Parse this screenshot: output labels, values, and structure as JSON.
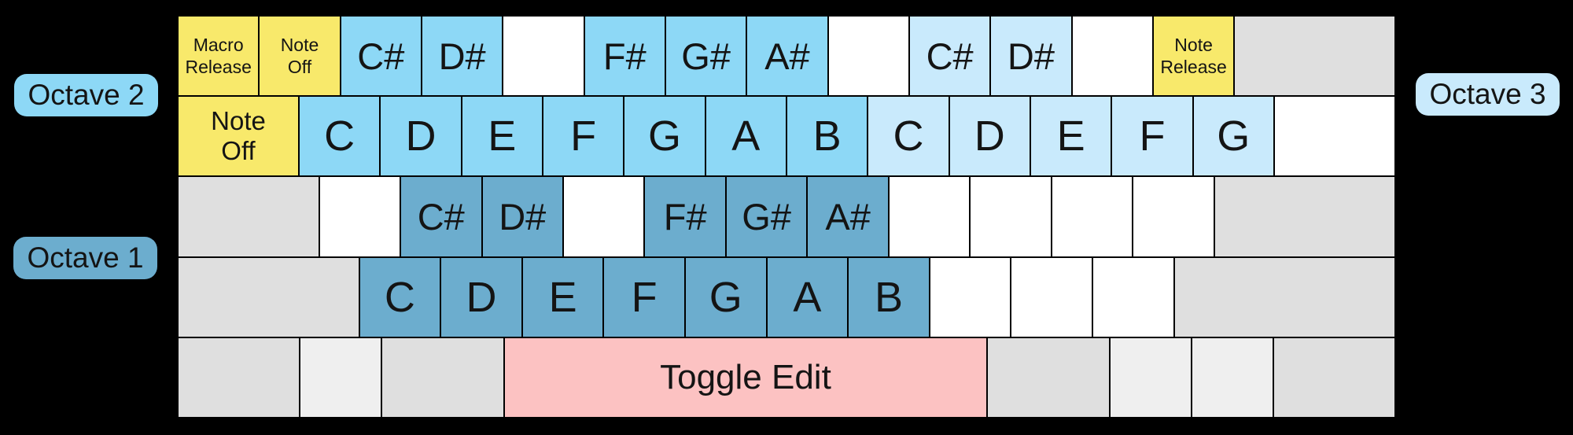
{
  "colors": {
    "background": "#000000",
    "text": "#141414",
    "octave1": "#6CADCE",
    "octave2": "#8DD8F6",
    "octave3": "#C9EAFC",
    "special_yellow": "#F8E96B",
    "toggle_pink": "#FCC2C2",
    "modifier_gray": "#DFDFDF",
    "modifier_light_gray": "#EFEFEF",
    "blank_white": "#FFFFFF"
  },
  "octave_labels": {
    "oct1": {
      "text": "Octave 1",
      "color": "octave1"
    },
    "oct2": {
      "text": "Octave 2",
      "color": "octave2"
    },
    "oct3": {
      "text": "Octave 3",
      "color": "octave3"
    }
  },
  "keyboard": {
    "rows": [
      {
        "name": "row-number",
        "keys": [
          {
            "name": "key-backtick-macro-release",
            "label": "Macro\nRelease",
            "color": "special_yellow",
            "u": 1,
            "style": "label-sm"
          },
          {
            "name": "key-1-note-off",
            "label": "Note\nOff",
            "color": "special_yellow",
            "u": 1,
            "style": "label-sm"
          },
          {
            "name": "key-2-csharp-oct2",
            "label": "C#",
            "color": "octave2",
            "u": 1,
            "style": "note-sm"
          },
          {
            "name": "key-3-dsharp-oct2",
            "label": "D#",
            "color": "octave2",
            "u": 1,
            "style": "note-sm"
          },
          {
            "name": "key-4-blank",
            "label": "",
            "color": "blank_white",
            "u": 1,
            "style": "none"
          },
          {
            "name": "key-5-fsharp-oct2",
            "label": "F#",
            "color": "octave2",
            "u": 1,
            "style": "note-sm"
          },
          {
            "name": "key-6-gsharp-oct2",
            "label": "G#",
            "color": "octave2",
            "u": 1,
            "style": "note-sm"
          },
          {
            "name": "key-7-asharp-oct2",
            "label": "A#",
            "color": "octave2",
            "u": 1,
            "style": "note-sm"
          },
          {
            "name": "key-8-blank",
            "label": "",
            "color": "blank_white",
            "u": 1,
            "style": "none"
          },
          {
            "name": "key-9-csharp-oct3",
            "label": "C#",
            "color": "octave3",
            "u": 1,
            "style": "note-sm"
          },
          {
            "name": "key-0-dsharp-oct3",
            "label": "D#",
            "color": "octave3",
            "u": 1,
            "style": "note-sm"
          },
          {
            "name": "key-minus-blank",
            "label": "",
            "color": "blank_white",
            "u": 1,
            "style": "none"
          },
          {
            "name": "key-equals-note-release",
            "label": "Note\nRelease",
            "color": "special_yellow",
            "u": 1,
            "style": "label-sm"
          },
          {
            "name": "key-backspace",
            "label": "",
            "color": "modifier_gray",
            "u": 2,
            "style": "none"
          }
        ]
      },
      {
        "name": "row-qwerty",
        "keys": [
          {
            "name": "key-tab-note-off",
            "label": "Note\nOff",
            "color": "special_yellow",
            "u": 1.5,
            "style": "label-md"
          },
          {
            "name": "key-q-c-oct2",
            "label": "C",
            "color": "octave2",
            "u": 1,
            "style": "note"
          },
          {
            "name": "key-w-d-oct2",
            "label": "D",
            "color": "octave2",
            "u": 1,
            "style": "note"
          },
          {
            "name": "key-e-e-oct2",
            "label": "E",
            "color": "octave2",
            "u": 1,
            "style": "note"
          },
          {
            "name": "key-r-f-oct2",
            "label": "F",
            "color": "octave2",
            "u": 1,
            "style": "note"
          },
          {
            "name": "key-t-g-oct2",
            "label": "G",
            "color": "octave2",
            "u": 1,
            "style": "note"
          },
          {
            "name": "key-y-a-oct2",
            "label": "A",
            "color": "octave2",
            "u": 1,
            "style": "note"
          },
          {
            "name": "key-u-b-oct2",
            "label": "B",
            "color": "octave2",
            "u": 1,
            "style": "note"
          },
          {
            "name": "key-i-c-oct3",
            "label": "C",
            "color": "octave3",
            "u": 1,
            "style": "note"
          },
          {
            "name": "key-o-d-oct3",
            "label": "D",
            "color": "octave3",
            "u": 1,
            "style": "note"
          },
          {
            "name": "key-p-e-oct3",
            "label": "E",
            "color": "octave3",
            "u": 1,
            "style": "note"
          },
          {
            "name": "key-lbracket-f-oct3",
            "label": "F",
            "color": "octave3",
            "u": 1,
            "style": "note"
          },
          {
            "name": "key-rbracket-g-oct3",
            "label": "G",
            "color": "octave3",
            "u": 1,
            "style": "note"
          },
          {
            "name": "key-backslash-blank",
            "label": "",
            "color": "blank_white",
            "u": 1.5,
            "style": "none"
          }
        ]
      },
      {
        "name": "row-home",
        "keys": [
          {
            "name": "key-capslock",
            "label": "",
            "color": "modifier_gray",
            "u": 1.75,
            "style": "none"
          },
          {
            "name": "key-a-blank",
            "label": "",
            "color": "blank_white",
            "u": 1,
            "style": "none"
          },
          {
            "name": "key-s-csharp-oct1",
            "label": "C#",
            "color": "octave1",
            "u": 1,
            "style": "note-sm"
          },
          {
            "name": "key-d-dsharp-oct1",
            "label": "D#",
            "color": "octave1",
            "u": 1,
            "style": "note-sm"
          },
          {
            "name": "key-f-blank",
            "label": "",
            "color": "blank_white",
            "u": 1,
            "style": "none"
          },
          {
            "name": "key-g-fsharp-oct1",
            "label": "F#",
            "color": "octave1",
            "u": 1,
            "style": "note-sm"
          },
          {
            "name": "key-h-gsharp-oct1",
            "label": "G#",
            "color": "octave1",
            "u": 1,
            "style": "note-sm"
          },
          {
            "name": "key-j-asharp-oct1",
            "label": "A#",
            "color": "octave1",
            "u": 1,
            "style": "note-sm"
          },
          {
            "name": "key-k-blank",
            "label": "",
            "color": "blank_white",
            "u": 1,
            "style": "none"
          },
          {
            "name": "key-l-blank",
            "label": "",
            "color": "blank_white",
            "u": 1,
            "style": "none"
          },
          {
            "name": "key-semicolon-blank",
            "label": "",
            "color": "blank_white",
            "u": 1,
            "style": "none"
          },
          {
            "name": "key-quote-blank",
            "label": "",
            "color": "blank_white",
            "u": 1,
            "style": "none"
          },
          {
            "name": "key-enter",
            "label": "",
            "color": "modifier_gray",
            "u": 2.25,
            "style": "none"
          }
        ]
      },
      {
        "name": "row-z",
        "keys": [
          {
            "name": "key-lshift",
            "label": "",
            "color": "modifier_gray",
            "u": 2.25,
            "style": "none"
          },
          {
            "name": "key-z-c-oct1",
            "label": "C",
            "color": "octave1",
            "u": 1,
            "style": "note"
          },
          {
            "name": "key-x-d-oct1",
            "label": "D",
            "color": "octave1",
            "u": 1,
            "style": "note"
          },
          {
            "name": "key-c-e-oct1",
            "label": "E",
            "color": "octave1",
            "u": 1,
            "style": "note"
          },
          {
            "name": "key-v-f-oct1",
            "label": "F",
            "color": "octave1",
            "u": 1,
            "style": "note"
          },
          {
            "name": "key-b-g-oct1",
            "label": "G",
            "color": "octave1",
            "u": 1,
            "style": "note"
          },
          {
            "name": "key-n-a-oct1",
            "label": "A",
            "color": "octave1",
            "u": 1,
            "style": "note"
          },
          {
            "name": "key-m-b-oct1",
            "label": "B",
            "color": "octave1",
            "u": 1,
            "style": "note"
          },
          {
            "name": "key-comma-blank",
            "label": "",
            "color": "blank_white",
            "u": 1,
            "style": "none"
          },
          {
            "name": "key-period-blank",
            "label": "",
            "color": "blank_white",
            "u": 1,
            "style": "none"
          },
          {
            "name": "key-slash-blank",
            "label": "",
            "color": "blank_white",
            "u": 1,
            "style": "none"
          },
          {
            "name": "key-rshift",
            "label": "",
            "color": "modifier_gray",
            "u": 2.75,
            "style": "none"
          }
        ]
      },
      {
        "name": "row-bottom",
        "keys": [
          {
            "name": "key-lctrl",
            "label": "",
            "color": "modifier_gray",
            "u": 1.5,
            "style": "none"
          },
          {
            "name": "key-lsuper",
            "label": "",
            "color": "modifier_light_gray",
            "u": 1,
            "style": "none"
          },
          {
            "name": "key-lalt",
            "label": "",
            "color": "modifier_gray",
            "u": 1.5,
            "style": "none"
          },
          {
            "name": "key-space-toggle-edit",
            "label": "Toggle Edit",
            "color": "toggle_pink",
            "u": 6,
            "style": "label-lg"
          },
          {
            "name": "key-ralt",
            "label": "",
            "color": "modifier_gray",
            "u": 1.5,
            "style": "none"
          },
          {
            "name": "key-rsuper",
            "label": "",
            "color": "modifier_light_gray",
            "u": 1,
            "style": "none"
          },
          {
            "name": "key-menu",
            "label": "",
            "color": "modifier_light_gray",
            "u": 1,
            "style": "none"
          },
          {
            "name": "key-rctrl",
            "label": "",
            "color": "modifier_gray",
            "u": 1.5,
            "style": "none"
          }
        ]
      }
    ]
  }
}
